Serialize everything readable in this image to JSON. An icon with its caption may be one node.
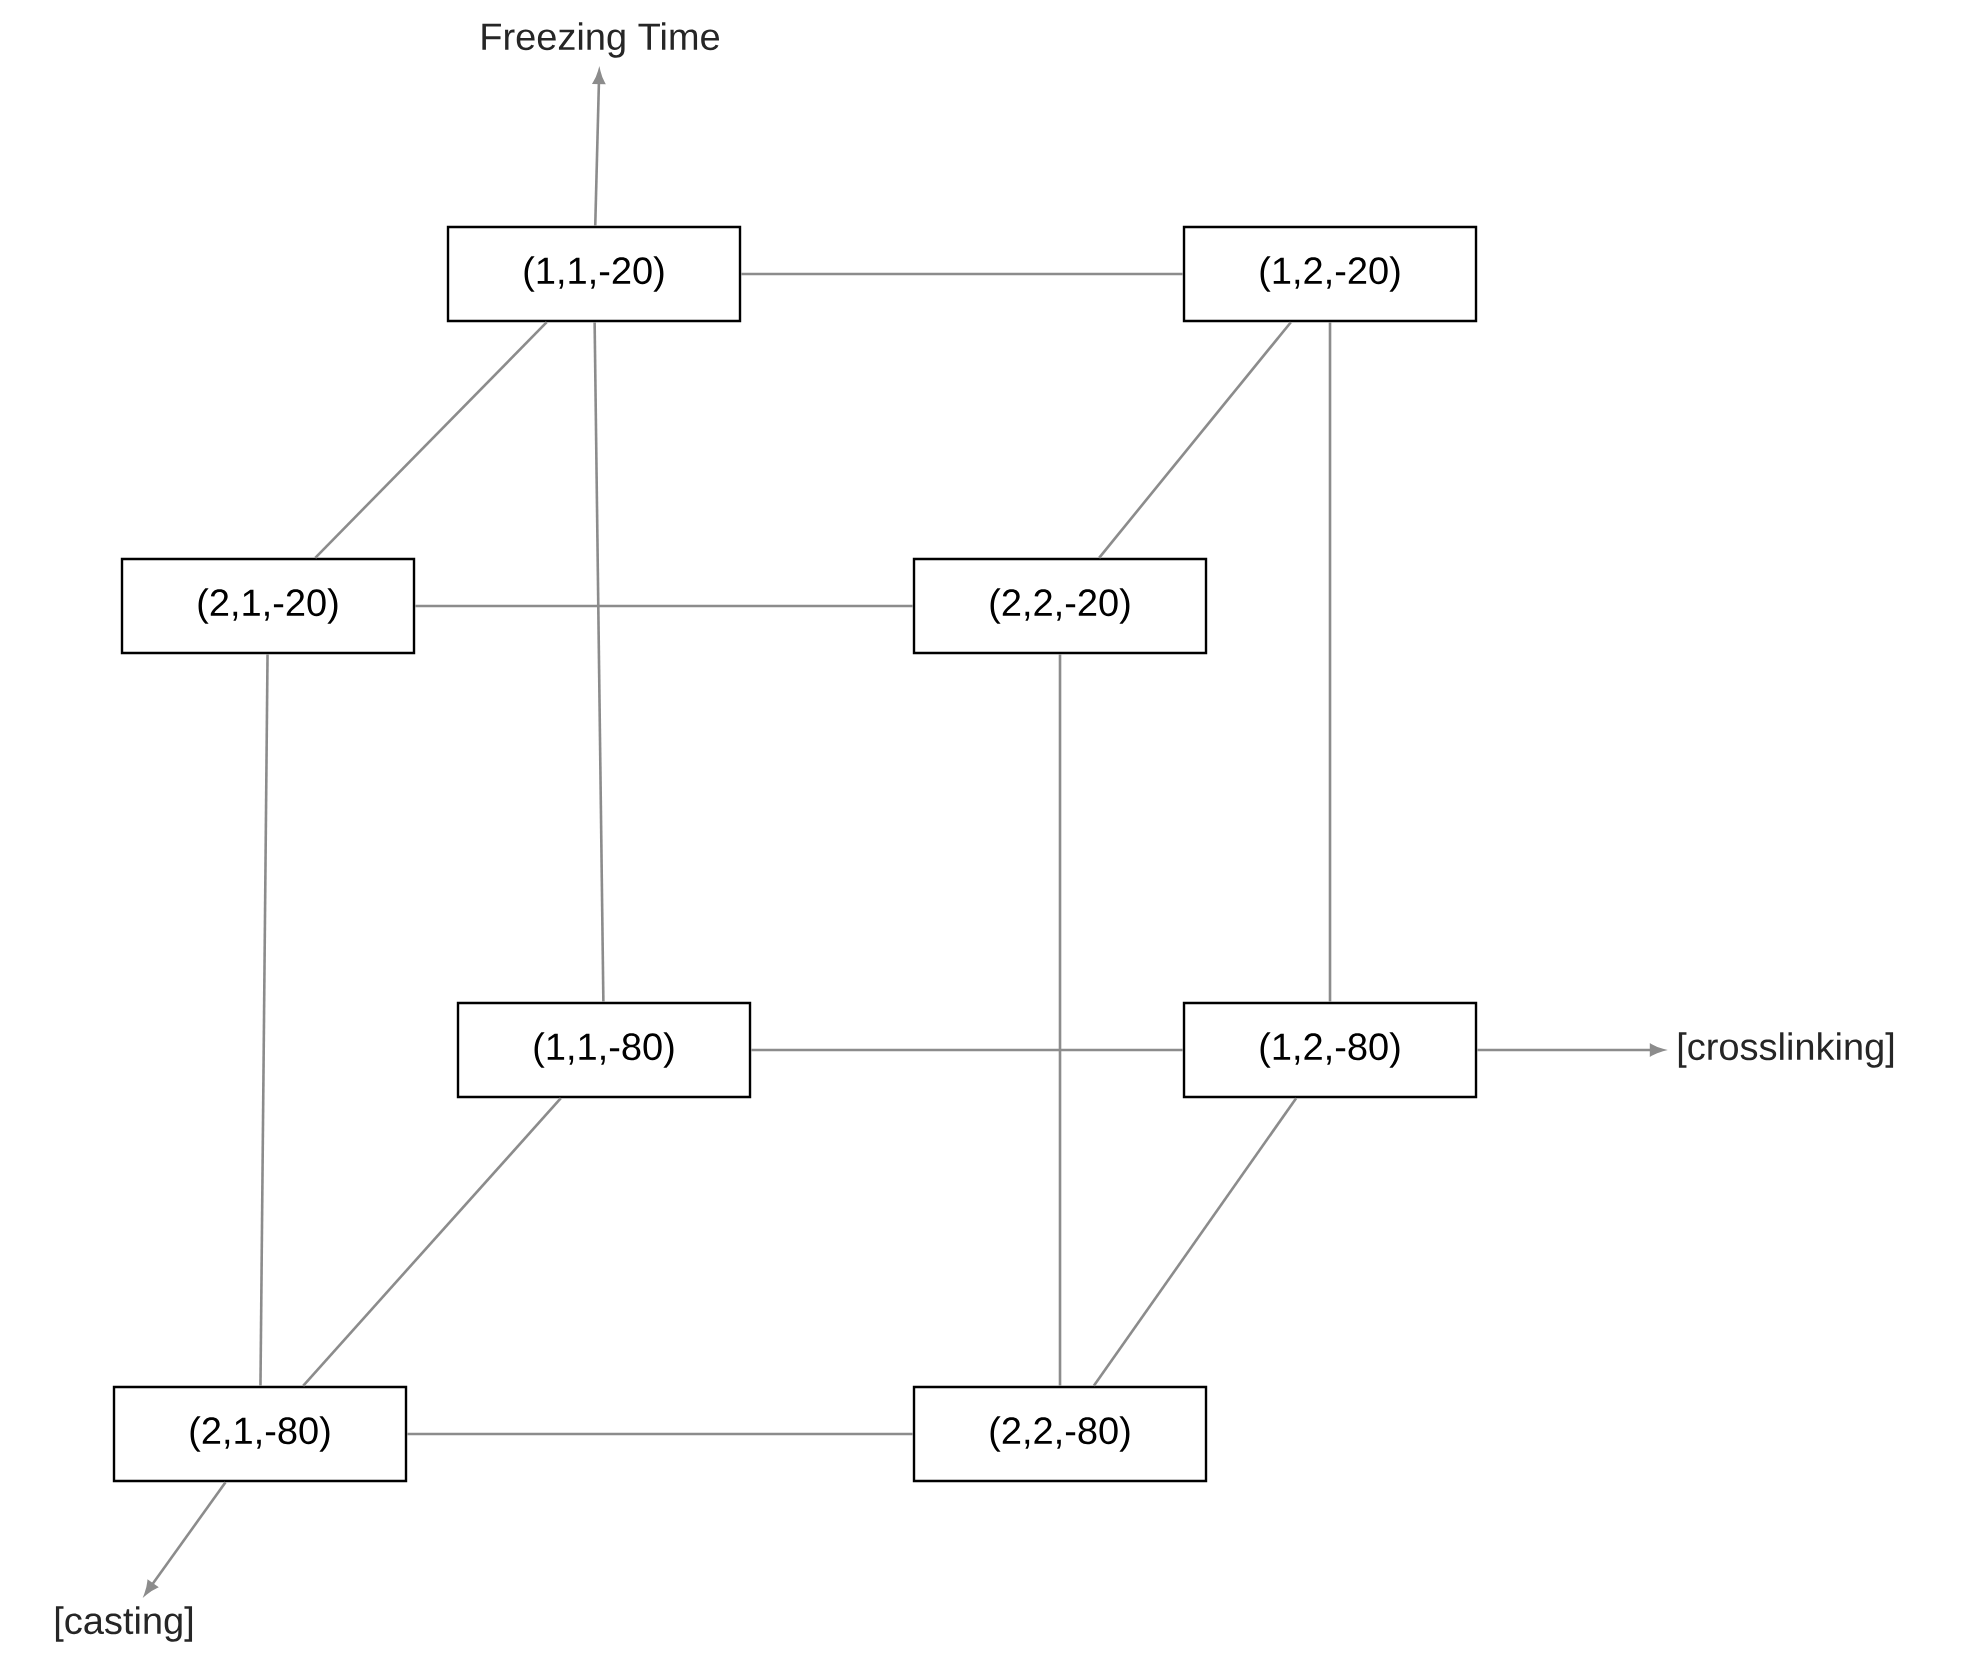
{
  "diagram": {
    "nodes": [
      {
        "text": [
          "(1,1,-20)"
        ]
      },
      {
        "text": [
          "(1,2,-20)"
        ]
      },
      {
        "text": [
          "(2,1,-20)"
        ]
      },
      {
        "text": [
          "(2,2,-20)"
        ]
      },
      {
        "text": [
          "(1,1,-80)"
        ]
      },
      {
        "text": [
          "(1,2,-80)"
        ]
      },
      {
        "text": [
          "(2,1,-80)"
        ]
      },
      {
        "text": [
          "(2,2,-80)"
        ]
      },
      {
        "text": [
          "Freezing Time"
        ]
      },
      {
        "text": [
          "[crosslinking]"
        ]
      },
      {
        "text": [
          "[casting]"
        ]
      }
    ],
    "edges": [
      {
        "from": 0,
        "to": 1,
        "arrow": "none"
      },
      {
        "from": 0,
        "to": 2,
        "arrow": "none"
      },
      {
        "from": 0,
        "to": 4,
        "arrow": "none"
      },
      {
        "from": 1,
        "to": 3,
        "arrow": "none"
      },
      {
        "from": 1,
        "to": 5,
        "arrow": "none"
      },
      {
        "from": 2,
        "to": 3,
        "arrow": "none"
      },
      {
        "from": 2,
        "to": 6,
        "arrow": "none"
      },
      {
        "from": 3,
        "to": 7,
        "arrow": "none"
      },
      {
        "from": 4,
        "to": 5,
        "arrow": "none"
      },
      {
        "from": 4,
        "to": 6,
        "arrow": "none"
      },
      {
        "from": 5,
        "to": 7,
        "arrow": "none"
      },
      {
        "from": 6,
        "to": 7,
        "arrow": "none"
      },
      {
        "from": 0,
        "to": 8,
        "arrow": "to"
      },
      {
        "from": 5,
        "to": 9,
        "arrow": "to"
      },
      {
        "from": 6,
        "to": 10,
        "arrow": "to"
      }
    ]
  }
}
